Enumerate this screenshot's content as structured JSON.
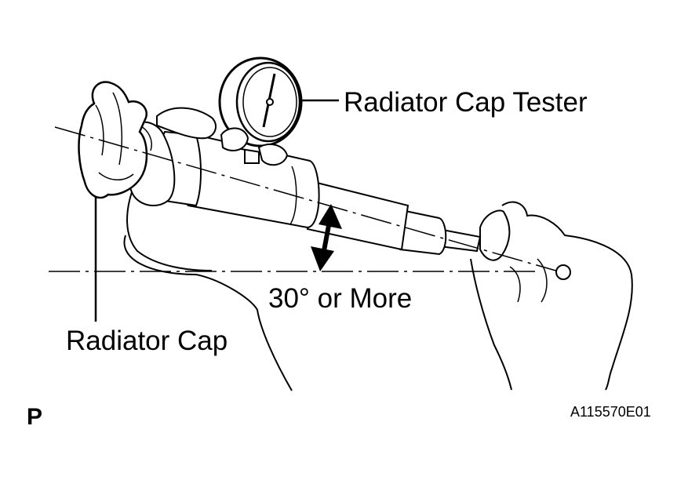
{
  "labels": {
    "tester": "Radiator Cap Tester",
    "cap": "Radiator Cap",
    "angle": "30° or More",
    "corner_mark": "P",
    "figure_id": "A115570E01"
  },
  "colors": {
    "ink": "#000000",
    "paper": "#ffffff"
  }
}
